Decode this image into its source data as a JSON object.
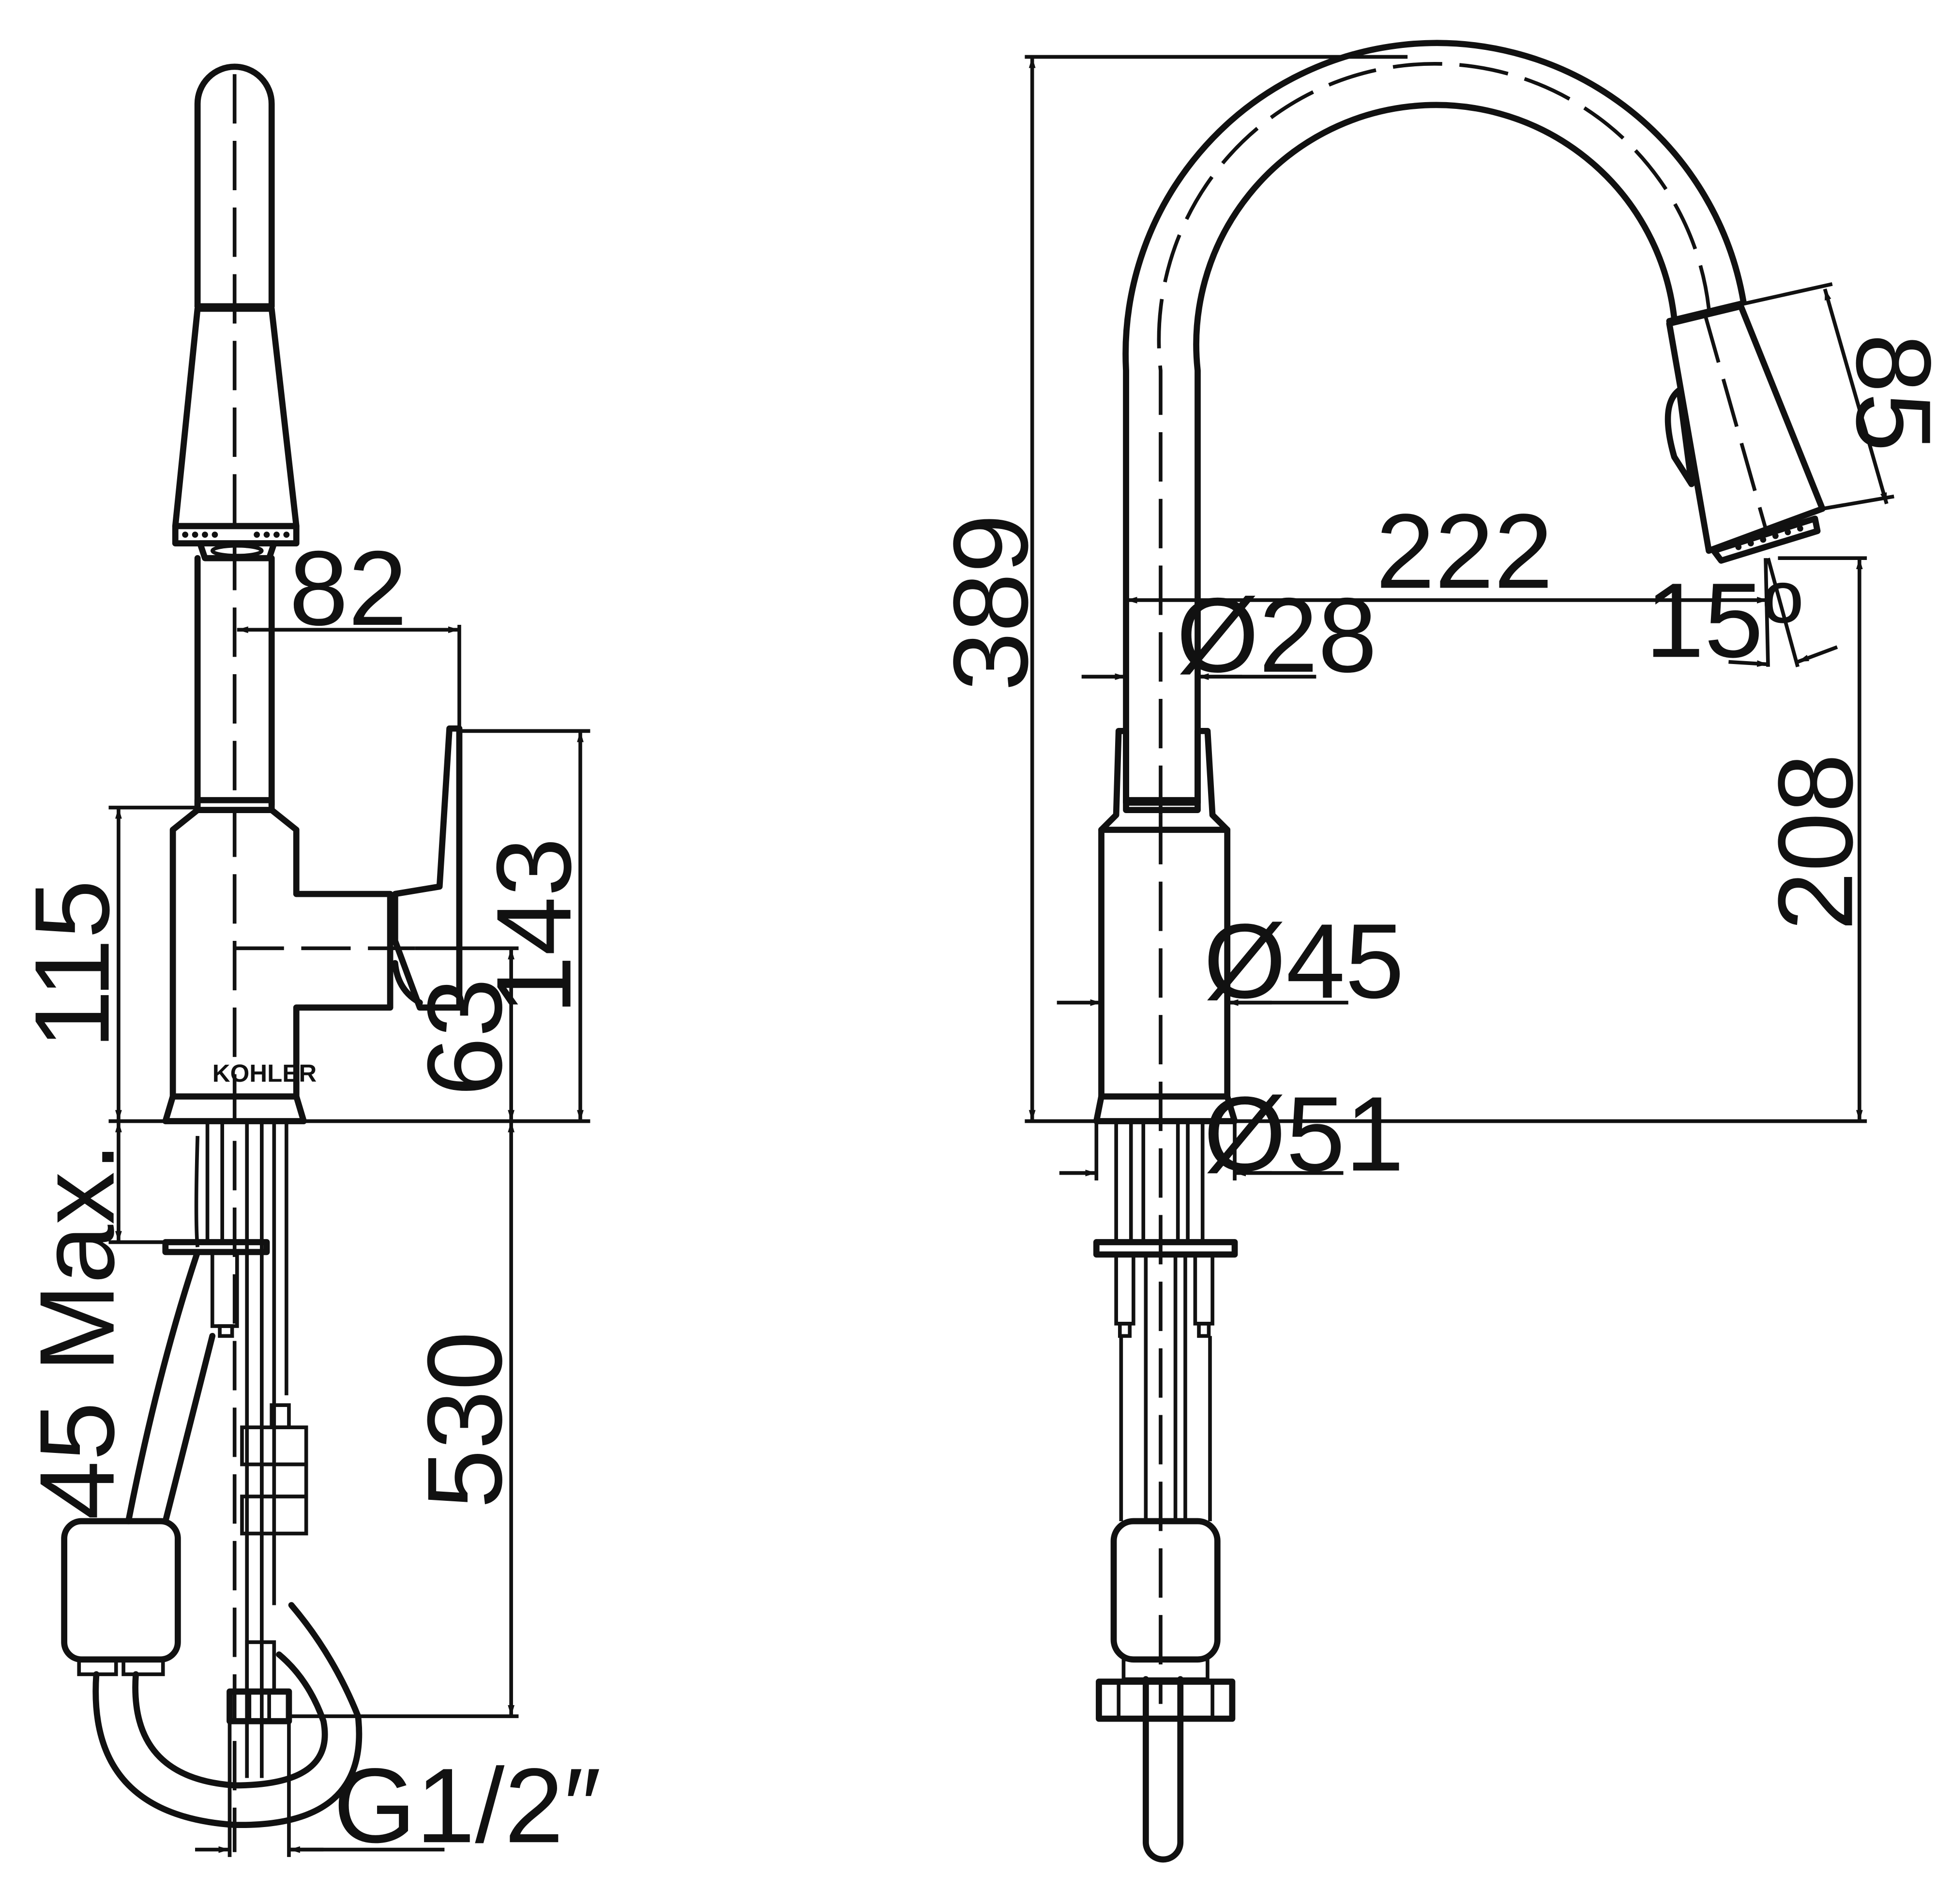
{
  "side_view": {
    "brand_mark": "KOHLER",
    "dims": {
      "spout_reach": "82",
      "body_height": "115",
      "handle_height": "143",
      "handle_axis_height": "63",
      "deck_thickness": "45 Max.",
      "hose_length": "530",
      "connection": "G1/2″"
    }
  },
  "front_view": {
    "dims": {
      "overall_height": "389",
      "spray_head_length": "85",
      "spout_reach": "222",
      "spray_angle": "15º",
      "spout_diameter": "Ø28",
      "spout_outlet_height": "208",
      "body_diameter": "Ø45",
      "base_diameter": "Ø51"
    }
  }
}
